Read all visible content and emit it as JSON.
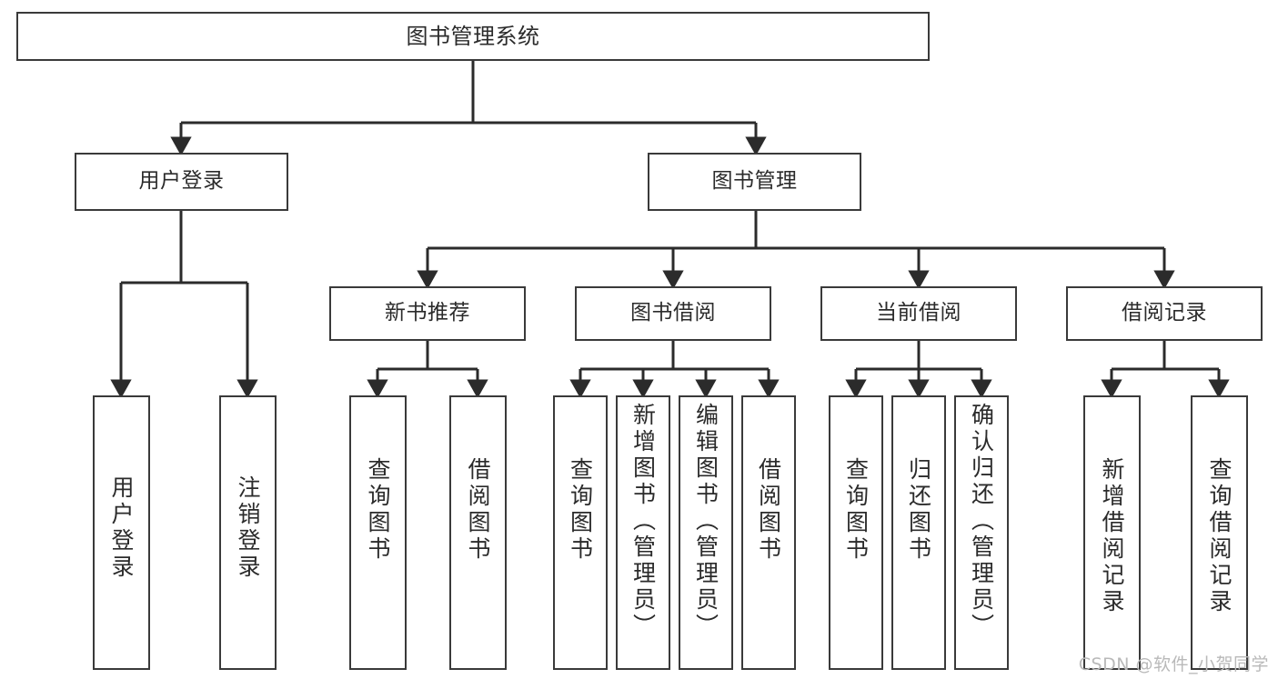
{
  "diagram": {
    "title": "图书管理系统",
    "type": "tree-hierarchy-chart",
    "watermark": "CSDN @软件_小贺同学",
    "colors": {
      "box_border": "#3a3a3a",
      "box_fill": "#ffffff",
      "edge": "#2b2b2b",
      "text": "#2b2b2b",
      "watermark": "#b9b9b9"
    },
    "root": {
      "label": "图书管理系统"
    },
    "level2": [
      {
        "label": "用户登录"
      },
      {
        "label": "图书管理"
      }
    ],
    "level3": [
      {
        "label": "新书推荐"
      },
      {
        "label": "图书借阅"
      },
      {
        "label": "当前借阅"
      },
      {
        "label": "借阅记录"
      }
    ],
    "leaves": {
      "user_login": [
        {
          "label": "用户登录"
        },
        {
          "label": "注销登录"
        }
      ],
      "new_book_recommend": [
        {
          "label": "查询图书"
        },
        {
          "label": "借阅图书"
        }
      ],
      "book_borrow": [
        {
          "label": "查询图书"
        },
        {
          "label": "新增图书（管理员）"
        },
        {
          "label": "编辑图书（管理员）"
        },
        {
          "label": "借阅图书"
        }
      ],
      "current_borrow": [
        {
          "label": "查询图书"
        },
        {
          "label": "归还图书"
        },
        {
          "label": "确认归还（管理员）"
        }
      ],
      "borrow_record": [
        {
          "label": "新增借阅记录"
        },
        {
          "label": "查询借阅记录"
        }
      ]
    }
  }
}
